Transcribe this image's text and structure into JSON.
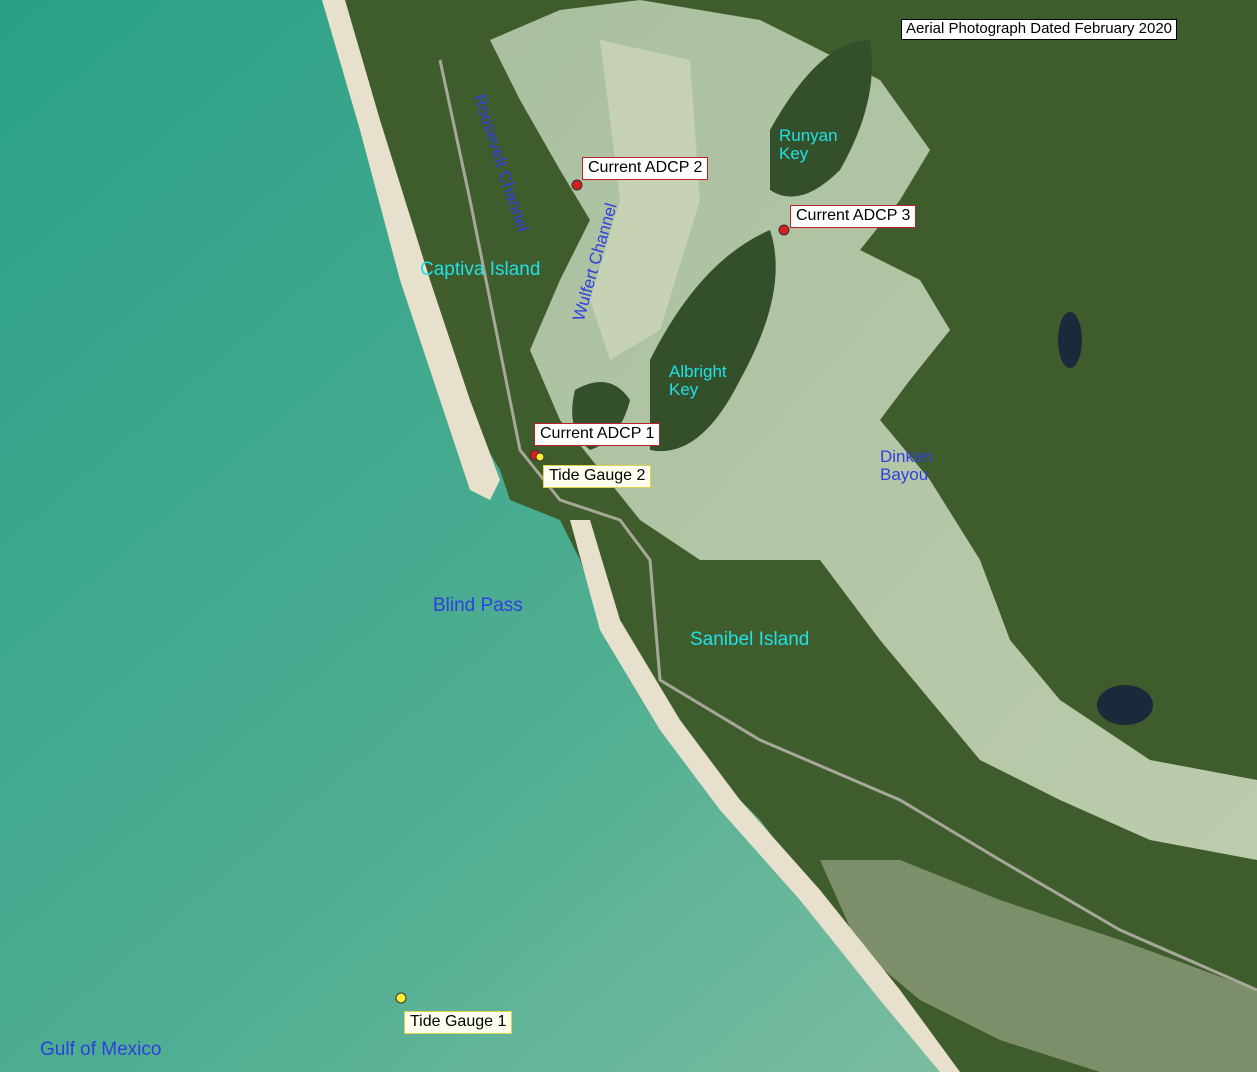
{
  "title": "Aerial Photograph Dated February 2020",
  "colors": {
    "water_gulf": "#2f9e86",
    "water_bay": "#b6c5a6",
    "vegetation": "#3d5a2a",
    "beach": "#e9e4d2",
    "label_blue": "#2f3fe0",
    "label_cyan": "#22e0e6",
    "adcp_marker": "#d62020",
    "gauge_marker": "#ffee33"
  },
  "places": {
    "roosevelt_channel": "Roosevelt Channel",
    "wulfert_channel": "Wulfert Channel",
    "runyan_key_line1": "Runyan",
    "runyan_key_line2": "Key",
    "captiva_island": "Captiva Island",
    "albright_key_line1": "Albright",
    "albright_key_line2": "Key",
    "dinken_bayou_line1": "Dinken",
    "dinken_bayou_line2": "Bayou",
    "blind_pass": "Blind Pass",
    "sanibel_island": "Sanibel Island",
    "gulf_of_mexico": "Gulf of Mexico"
  },
  "stations": {
    "adcp1": "Current ADCP 1",
    "adcp2": "Current ADCP 2",
    "adcp3": "Current ADCP 3",
    "gauge1": "Tide Gauge 1",
    "gauge2": "Tide Gauge 2"
  }
}
